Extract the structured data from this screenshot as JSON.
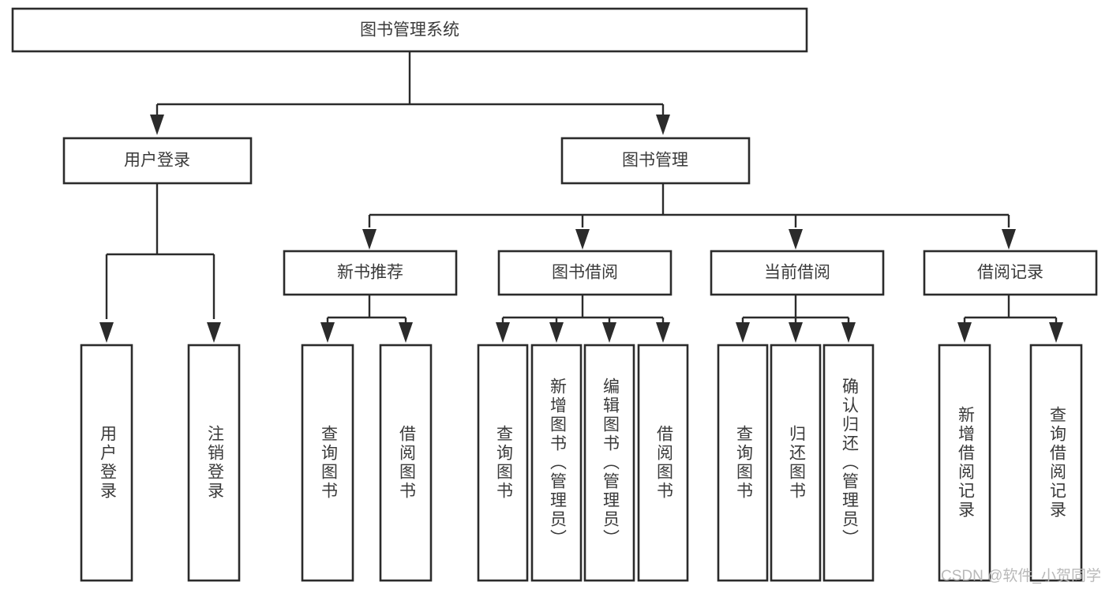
{
  "diagram": {
    "type": "tree-hierarchy-chart",
    "title": "图书管理系统",
    "watermark": "CSDN @软件_小贺同学",
    "colors": {
      "background": "#ffffff",
      "box_stroke": "#2b2b2b",
      "box_fill": "#ffffff",
      "text": "#3a3a3a",
      "connector": "#2b2b2b",
      "watermark": "#b9b9b9"
    },
    "levels": {
      "level1": {
        "label": "level-1-root",
        "nodes": [
          {
            "id": "root",
            "text": "图书管理系统",
            "orientation": "horizontal"
          }
        ]
      },
      "level2": {
        "label": "level-2-modules",
        "nodes": [
          {
            "id": "user-login",
            "text": "用户登录",
            "orientation": "horizontal"
          },
          {
            "id": "book-management",
            "text": "图书管理",
            "orientation": "horizontal"
          }
        ]
      },
      "level3": {
        "label": "level-3-submodules",
        "nodes": [
          {
            "id": "new-book-recommend",
            "text": "新书推荐",
            "orientation": "horizontal"
          },
          {
            "id": "book-borrow",
            "text": "图书借阅",
            "orientation": "horizontal"
          },
          {
            "id": "current-borrow",
            "text": "当前借阅",
            "orientation": "horizontal"
          },
          {
            "id": "borrow-record",
            "text": "借阅记录",
            "orientation": "horizontal"
          }
        ]
      },
      "level4": {
        "label": "level-4-leaf-actions",
        "groups": [
          {
            "parent": "user-login",
            "nodes": [
              {
                "id": "leaf-user-login",
                "text": "用户登录",
                "orientation": "vertical"
              },
              {
                "id": "leaf-user-logout",
                "text": "注销登录",
                "orientation": "vertical"
              }
            ]
          },
          {
            "parent": "new-book-recommend",
            "nodes": [
              {
                "id": "leaf-query-book-1",
                "text": "查询图书",
                "orientation": "vertical"
              },
              {
                "id": "leaf-borrow-book-1",
                "text": "借阅图书",
                "orientation": "vertical"
              }
            ]
          },
          {
            "parent": "book-borrow",
            "nodes": [
              {
                "id": "leaf-query-book-2",
                "text": "查询图书",
                "orientation": "vertical"
              },
              {
                "id": "leaf-add-book",
                "text": "新增图书（管理员）",
                "orientation": "vertical"
              },
              {
                "id": "leaf-edit-book",
                "text": "编辑图书（管理员）",
                "orientation": "vertical"
              },
              {
                "id": "leaf-borrow-book-2",
                "text": "借阅图书",
                "orientation": "vertical"
              }
            ]
          },
          {
            "parent": "current-borrow",
            "nodes": [
              {
                "id": "leaf-query-book-3",
                "text": "查询图书",
                "orientation": "vertical"
              },
              {
                "id": "leaf-return-book",
                "text": "归还图书",
                "orientation": "vertical"
              },
              {
                "id": "leaf-confirm-return",
                "text": "确认归还（管理员）",
                "orientation": "vertical"
              }
            ]
          },
          {
            "parent": "borrow-record",
            "nodes": [
              {
                "id": "leaf-add-record",
                "text": "新增借阅记录",
                "orientation": "vertical"
              },
              {
                "id": "leaf-query-record",
                "text": "查询借阅记录",
                "orientation": "vertical"
              }
            ]
          }
        ]
      }
    }
  }
}
